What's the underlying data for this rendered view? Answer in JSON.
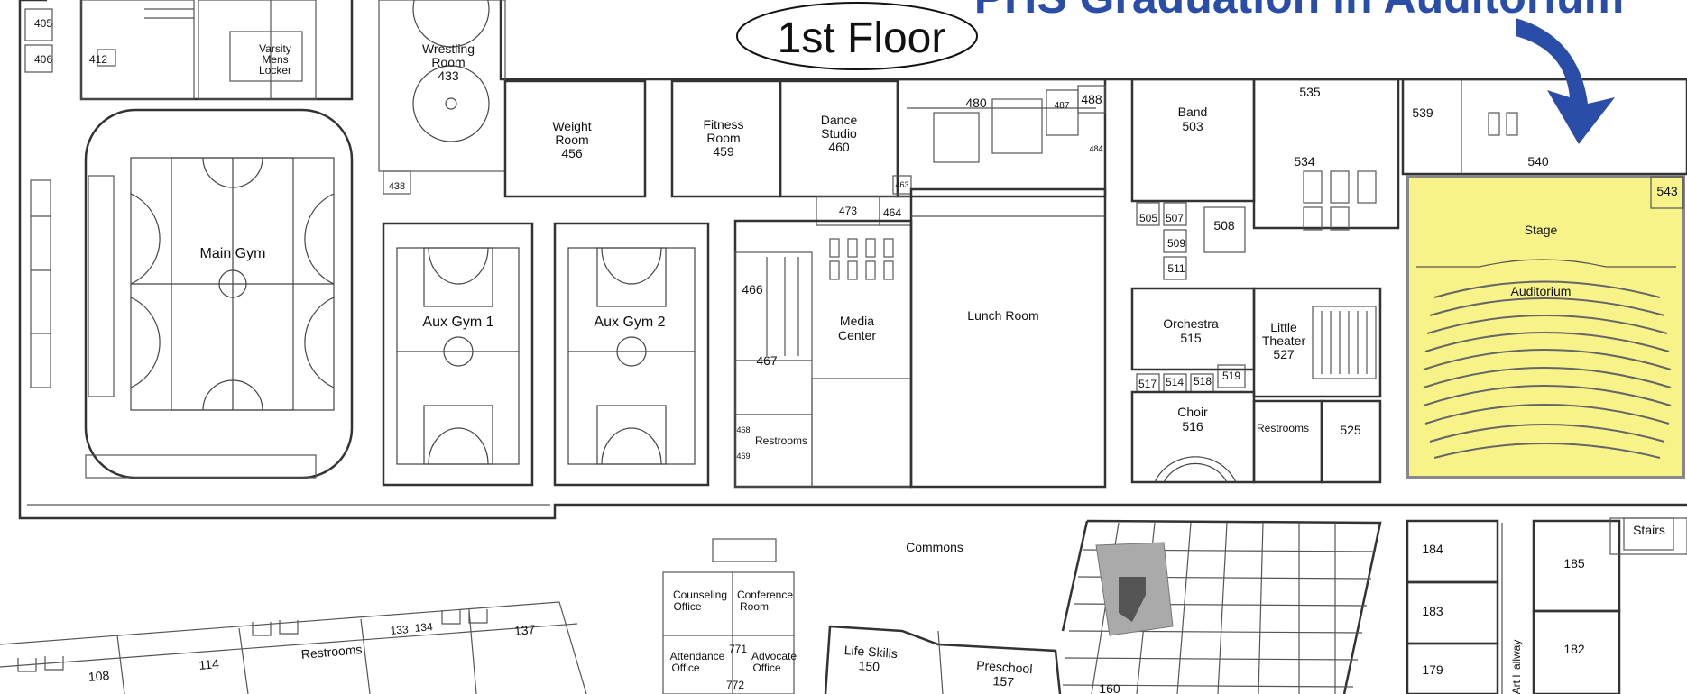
{
  "header": {
    "floor_title": "1st Floor",
    "banner": "PHS Graduation in Auditorium"
  },
  "colors": {
    "highlight": "#f7f389",
    "banner_blue": "#2a4ea8",
    "wall": "#333333"
  },
  "rooms": {
    "r405": "405",
    "r406": "406",
    "r412": "412",
    "varsity_1": "Varsity",
    "varsity_2": "Mens",
    "varsity_3": "Locker",
    "wrestling_1": "Wrestling",
    "wrestling_2": "Room",
    "wrestling_3": "433",
    "weight_1": "Weight",
    "weight_2": "Room",
    "weight_3": "456",
    "fitness_1": "Fitness",
    "fitness_2": "Room",
    "fitness_3": "459",
    "dance_1": "Dance",
    "dance_2": "Studio",
    "dance_3": "460",
    "r480": "480",
    "r487": "487",
    "r488": "488",
    "r484": "484",
    "band_1": "Band",
    "band_2": "503",
    "r535": "535",
    "r534": "534",
    "r539": "539",
    "r540": "540",
    "r543": "543",
    "stage": "Stage",
    "auditorium": "Auditorium",
    "r438": "438",
    "main_gym": "Main Gym",
    "aux_gym_1": "Aux Gym 1",
    "aux_gym_2": "Aux Gym 2",
    "r473": "473",
    "r464": "464",
    "r463": "463",
    "r466": "466",
    "r467": "467",
    "r468": "468",
    "r469": "469",
    "restrooms_library": "Restrooms",
    "media_1": "Media",
    "media_2": "Center",
    "lunch_room": "Lunch Room",
    "r505": "505",
    "r507": "507",
    "r508": "508",
    "r509": "509",
    "r511": "511",
    "orchestra_1": "Orchestra",
    "orchestra_2": "515",
    "little_1": "Little",
    "little_2": "Theater",
    "little_3": "527",
    "r517": "517",
    "r514": "514",
    "r518": "518",
    "r519": "519",
    "choir_1": "Choir",
    "choir_2": "516",
    "restrooms_choir": "Restrooms",
    "r525": "525",
    "commons": "Commons",
    "r184": "184",
    "r185": "185",
    "stairs": "Stairs",
    "r183": "183",
    "r182": "182",
    "r179": "179",
    "art_hallway": "Art Hallway",
    "counseling_1": "Counseling",
    "counseling_2": "Office",
    "conference_1": "Conference",
    "conference_2": "Room",
    "attendance_1": "Attendance",
    "attendance_2": "Office",
    "r771": "771",
    "r772": "772",
    "advocate_1": "Advocate",
    "advocate_2": "Office",
    "life_skills_1": "Life Skills",
    "life_skills_2": "150",
    "preschool_1": "Preschool",
    "preschool_2": "157",
    "r160": "160",
    "r108": "108",
    "r114": "114",
    "restrooms_south": "Restrooms",
    "r133": "133",
    "r134": "134",
    "r137": "137"
  }
}
